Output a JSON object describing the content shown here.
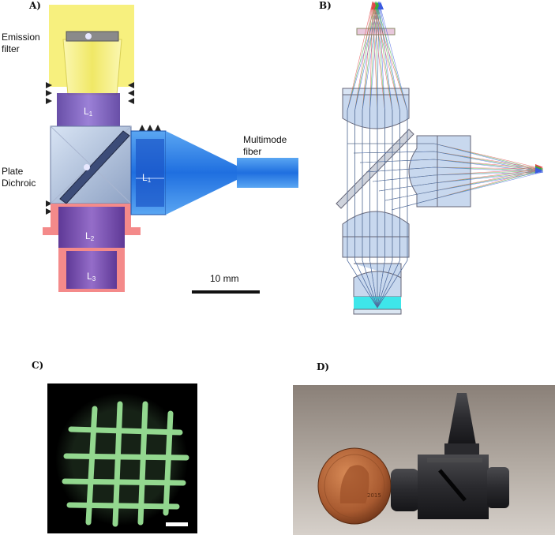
{
  "panels": {
    "a": {
      "label": "A)",
      "annotations": {
        "emission_filter": [
          "Emission",
          "filter"
        ],
        "plate_dichroic": [
          "Plate",
          "Dichroic"
        ],
        "multimode_fiber": [
          "Multimode",
          "fiber"
        ]
      },
      "lenses": [
        {
          "base": "L",
          "sub": "1"
        },
        {
          "base": "L",
          "sub": "1"
        },
        {
          "base": "L",
          "sub": "2"
        },
        {
          "base": "L",
          "sub": "3"
        }
      ],
      "scale_bar": "10 mm"
    },
    "b": {
      "label": "B)"
    },
    "c": {
      "label": "C)"
    },
    "d": {
      "label": "D)",
      "coin_text": "2015"
    }
  },
  "colors": {
    "filter_yellow": "#f3ee7a",
    "fiber_blue": "#2e86e8",
    "housing_red": "#f07878",
    "lens_purple": "#6a46b8",
    "grid_green": "#8ee08a",
    "photo_background": "#9d948c",
    "penny_copper": "#b56a3e"
  }
}
